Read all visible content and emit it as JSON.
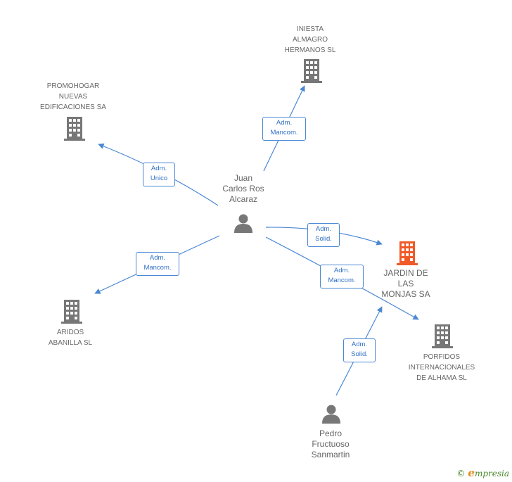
{
  "colors": {
    "edge": "#4a88d4",
    "company_icon": "#777777",
    "focus_icon": "#f05a28",
    "person_icon": "#777777",
    "label_text": "#666666"
  },
  "nodes": {
    "juan": {
      "label": "Juan\nCarlos Ros\nAlcaraz",
      "kind": "person"
    },
    "pedro": {
      "label": "Pedro\nFructuoso\nSanmartin",
      "kind": "person"
    },
    "iniesta": {
      "label": "INIESTA\nALMAGRO\nHERMANOS SL",
      "kind": "company"
    },
    "promohogar": {
      "label": "PROMOHOGAR\nNUEVAS\nEDIFICACIONES SA",
      "kind": "company"
    },
    "jardin": {
      "label": "JARDIN DE\nLAS\nMONJAS SA",
      "kind": "company-focus"
    },
    "aridos": {
      "label": "ARIDOS\nABANILLA SL",
      "kind": "company"
    },
    "porfidos": {
      "label": "PORFIDOS\nINTERNACIONALES\nDE ALHAMA SL",
      "kind": "company"
    }
  },
  "edges": {
    "juan_iniesta": "Adm.\nMancom.",
    "juan_promohogar": "Adm.\nUnico",
    "juan_jardin": "Adm.\nSolid.",
    "juan_aridos": "Adm.\nMancom.",
    "juan_porfidos": "Adm.\nMancom.",
    "pedro_jardin": "Adm.\nSolid."
  },
  "watermark": {
    "copyright": "©",
    "brand_initial": "e",
    "brand_rest": "mpresia"
  }
}
